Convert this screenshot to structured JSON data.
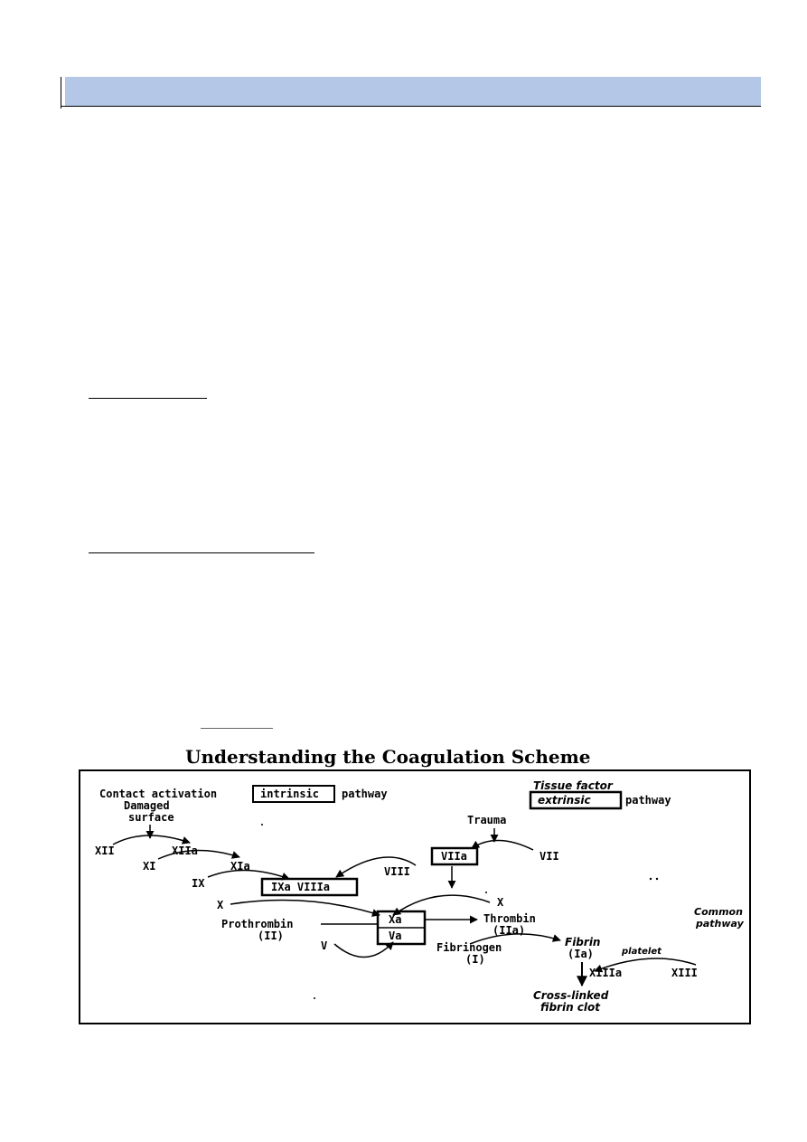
{
  "figure": {
    "title": "Understanding the Coagulation Scheme",
    "intrinsic": {
      "prefix": "Contact activation",
      "boxed": "intrinsic",
      "suffix": "pathway",
      "trigger_line1": "Damaged",
      "trigger_line2": "surface"
    },
    "extrinsic": {
      "line1": "Tissue factor",
      "boxed": "extrinsic",
      "suffix": "pathway",
      "trigger": "Trauma"
    },
    "factors": {
      "xii": "XII",
      "xiia": "XIIa",
      "xi": "XI",
      "xia": "XIa",
      "ix": "IX",
      "ixa_viiia": "IXa VIIIa",
      "viii": "VIII",
      "viia": "VIIa",
      "vii": "VII",
      "x_left": "X",
      "x_right": "X",
      "xa": "Xa",
      "va": "Va",
      "v": "V",
      "prothrombin": "Prothrombin",
      "prothrombin_num": "(II)",
      "thrombin": "Thrombin",
      "thrombin_num": "(IIa)",
      "fibrinogen": "Fibrinogen",
      "fibrinogen_num": "(I)",
      "fibrin": "Fibrin",
      "fibrin_num": "(Ia)",
      "platelet": "platelet",
      "xiiia": "XIIIa",
      "xiii": "XIII"
    },
    "common_line1": "Common",
    "common_line2": "pathway",
    "clot_line1": "Cross-linked",
    "clot_line2": "fibrin clot"
  }
}
